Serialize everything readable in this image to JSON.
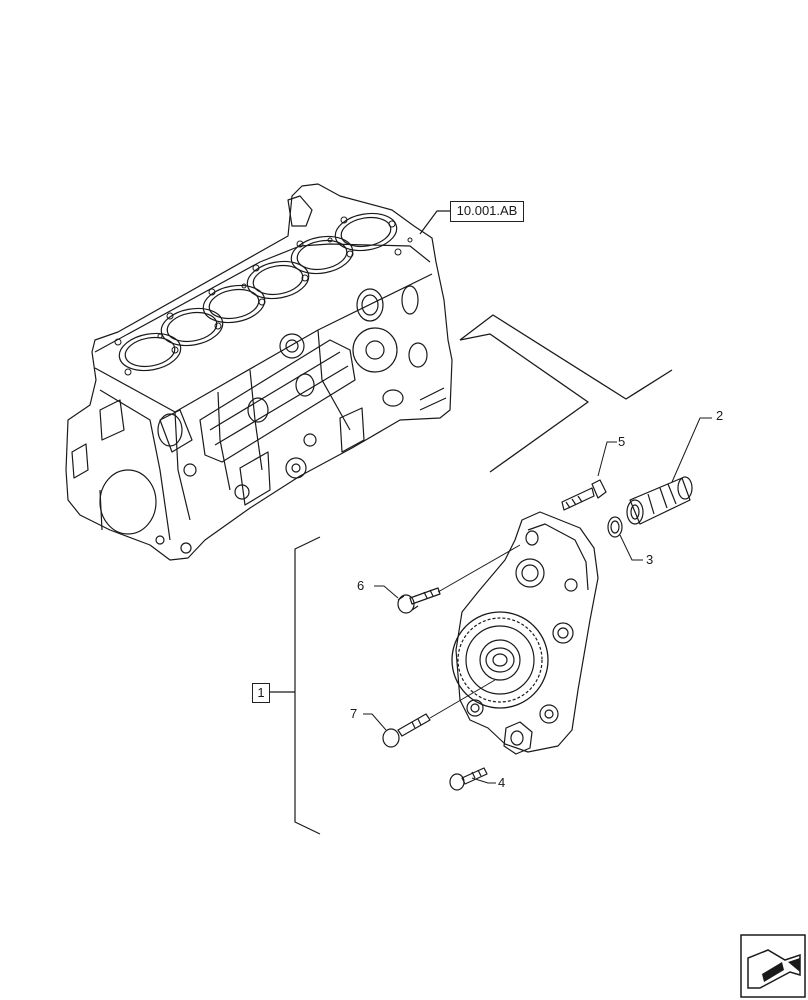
{
  "reference": {
    "label": "10.001.AB"
  },
  "group_label": "1",
  "callouts": {
    "c2": "2",
    "c3": "3",
    "c4": "4",
    "c5": "5",
    "c6": "6",
    "c7": "7"
  },
  "nav_icon": "next-page-arrow-icon"
}
